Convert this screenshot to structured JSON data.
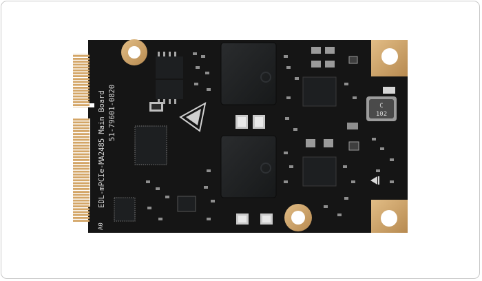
{
  "board": {
    "line1": "EDL-mPCIe-MA2485 Main Board",
    "line2": "51-79601-0820",
    "pin_marker": "A0",
    "inductor_line1": "C",
    "inductor_line2": "102"
  },
  "colors": {
    "pcb": "#151515",
    "gold": "#cfa46c",
    "silkscreen": "#d9d9d9",
    "chip": "#202224",
    "frame_border": "#c8c8c8"
  }
}
